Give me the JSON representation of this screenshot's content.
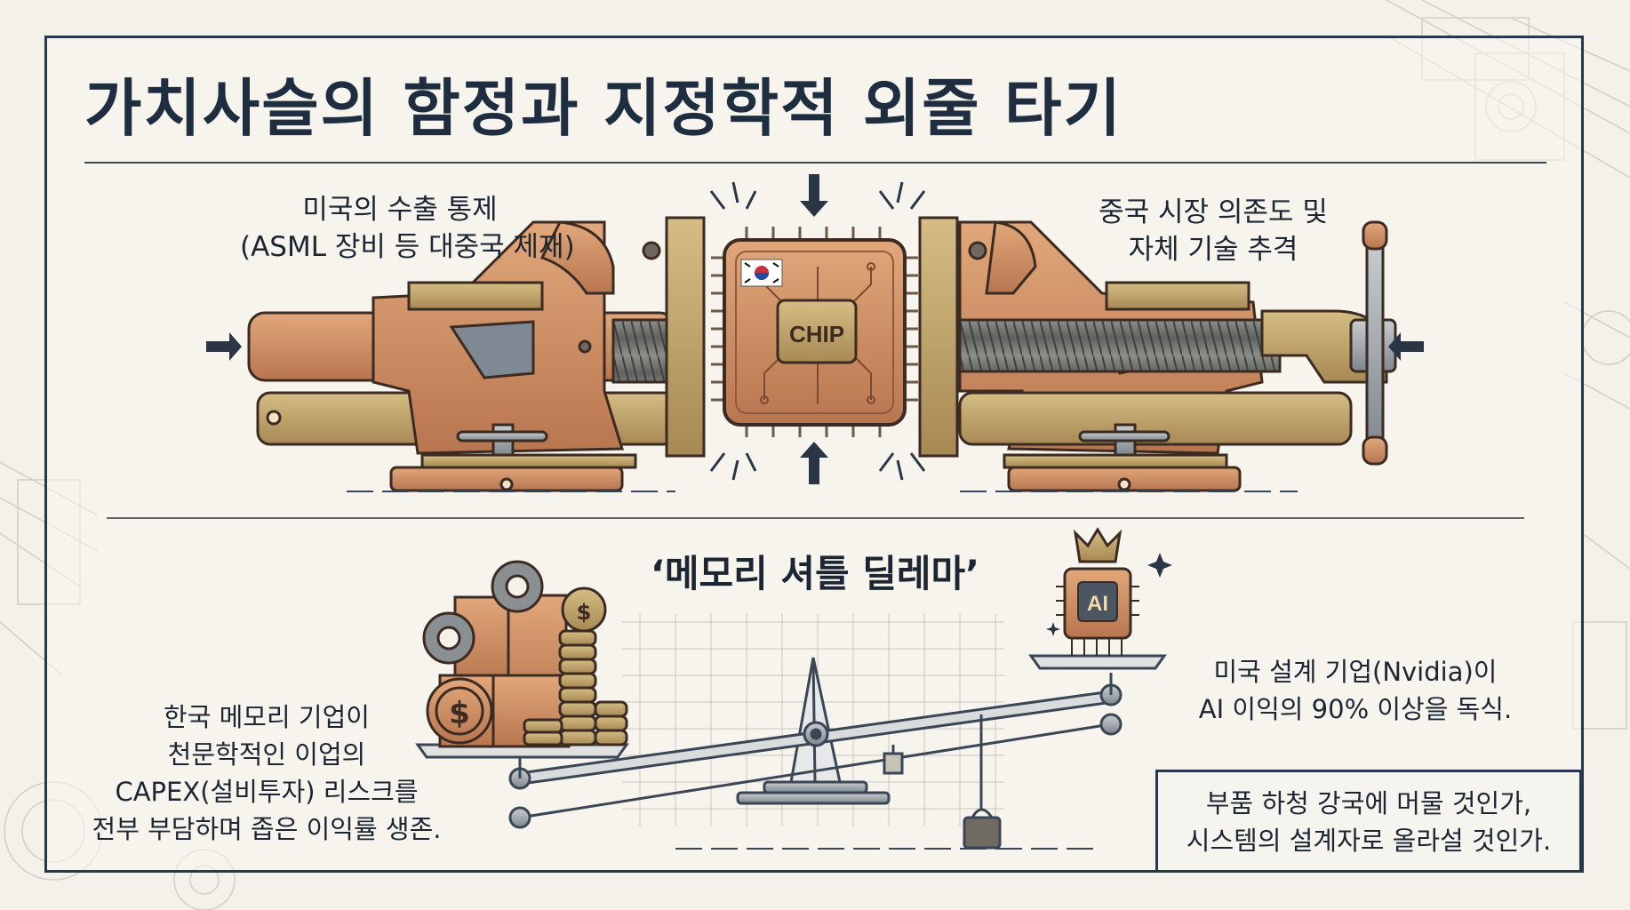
{
  "title": "가치사슬의 함정과 지정학적 외줄 타기",
  "top_left": {
    "line1": "미국의 수출 통제",
    "line2": "(ASML 장비 등 대중국 제재)"
  },
  "top_right": {
    "line1": "중국 시장 의존도 및",
    "line2": "자체 기술 추격"
  },
  "chip_label": "CHIP",
  "dilemma_title": "‘메모리 셔틀 딜레마’",
  "bottom_left": {
    "line1": "한국 메모리 기업이",
    "line2": "천문학적인 이업의",
    "line3": "CAPEX(설비투자) 리스크를",
    "line4": "전부 부담하며 좁은 이익률 생존."
  },
  "ai_label": "AI",
  "bottom_right": {
    "line1": "미국 설계 기업(Nvidia)이",
    "line2": "AI 이익의 90% 이상을 독식."
  },
  "question": {
    "line1": "부품 하청 강국에 머물 것인가,",
    "line2": "시스템의 설계자로 올라설 것인가."
  },
  "colors": {
    "navy": "#1e2d3f",
    "copper": "#c98a5e",
    "brass": "#b59a63",
    "paper": "#f3f1ea"
  },
  "icons": [
    "south-korea-flag",
    "crown-icon",
    "gear-icon",
    "dollar-coin-icon",
    "arrow-icon",
    "sparkle-icon"
  ]
}
